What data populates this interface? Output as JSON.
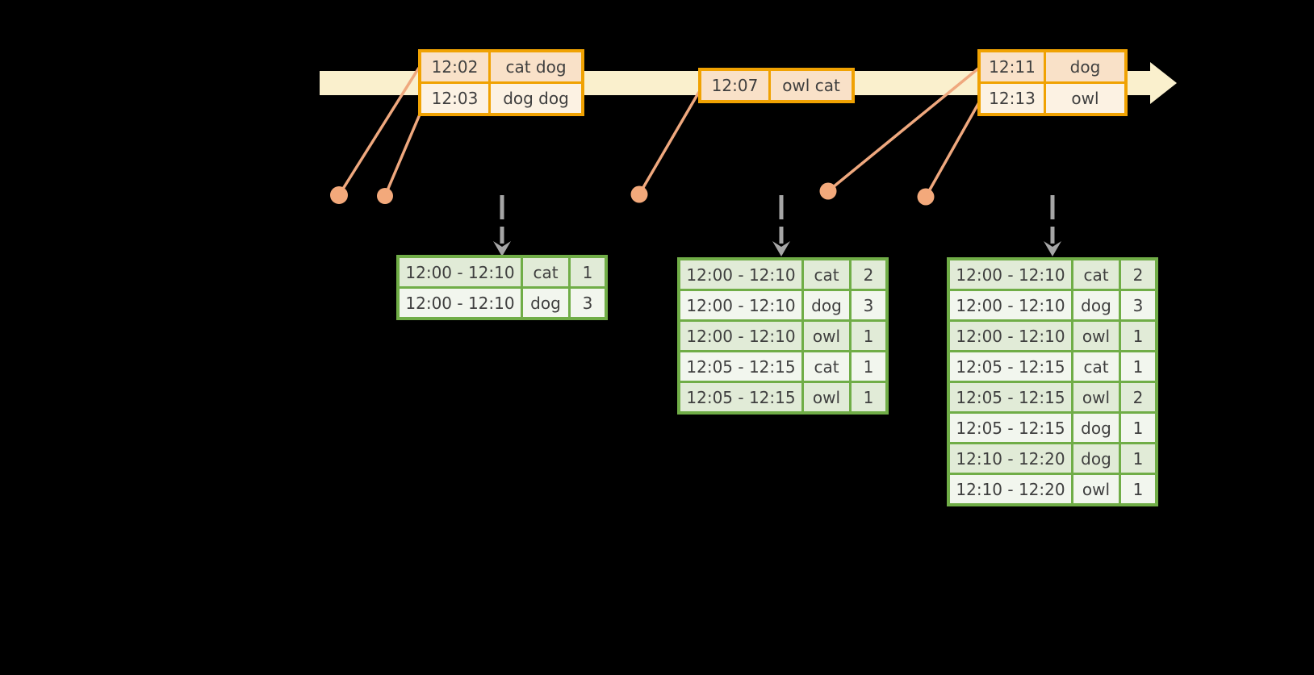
{
  "background_color": "#000000",
  "colors": {
    "timeline_arrow_fill": "#FAF0CD",
    "event_table_border": "#F0A202",
    "event_row_dark": "#F9E1C8",
    "event_row_light": "#FCF2E3",
    "result_table_border": "#70AD47",
    "result_row_dark": "#E1EBD7",
    "result_row_light": "#F2F6EE",
    "connector_line": "#EFA87E",
    "marker_dot": "#F3A97B",
    "trigger_arrow": "#A6A6A6",
    "text": "#3F3F3F"
  },
  "event_tables": [
    {
      "rows": [
        [
          "12:02",
          "cat dog"
        ],
        [
          "12:03",
          "dog dog"
        ]
      ]
    },
    {
      "rows": [
        [
          "12:07",
          "owl cat"
        ]
      ]
    },
    {
      "rows": [
        [
          "12:11",
          "dog"
        ],
        [
          "12:13",
          "owl"
        ]
      ]
    }
  ],
  "result_tables": [
    {
      "rows": [
        [
          "12:00 - 12:10",
          "cat",
          "1"
        ],
        [
          "12:00 - 12:10",
          "dog",
          "3"
        ]
      ]
    },
    {
      "rows": [
        [
          "12:00 - 12:10",
          "cat",
          "2"
        ],
        [
          "12:00 - 12:10",
          "dog",
          "3"
        ],
        [
          "12:00 - 12:10",
          "owl",
          "1"
        ],
        [
          "12:05 - 12:15",
          "cat",
          "1"
        ],
        [
          "12:05 - 12:15",
          "owl",
          "1"
        ]
      ]
    },
    {
      "rows": [
        [
          "12:00 - 12:10",
          "cat",
          "2"
        ],
        [
          "12:00 - 12:10",
          "dog",
          "3"
        ],
        [
          "12:00 - 12:10",
          "owl",
          "1"
        ],
        [
          "12:05 - 12:15",
          "cat",
          "1"
        ],
        [
          "12:05 - 12:15",
          "owl",
          "2"
        ],
        [
          "12:05 - 12:15",
          "dog",
          "1"
        ],
        [
          "12:10 - 12:20",
          "dog",
          "1"
        ],
        [
          "12:10 - 12:20",
          "owl",
          "1"
        ]
      ]
    }
  ]
}
